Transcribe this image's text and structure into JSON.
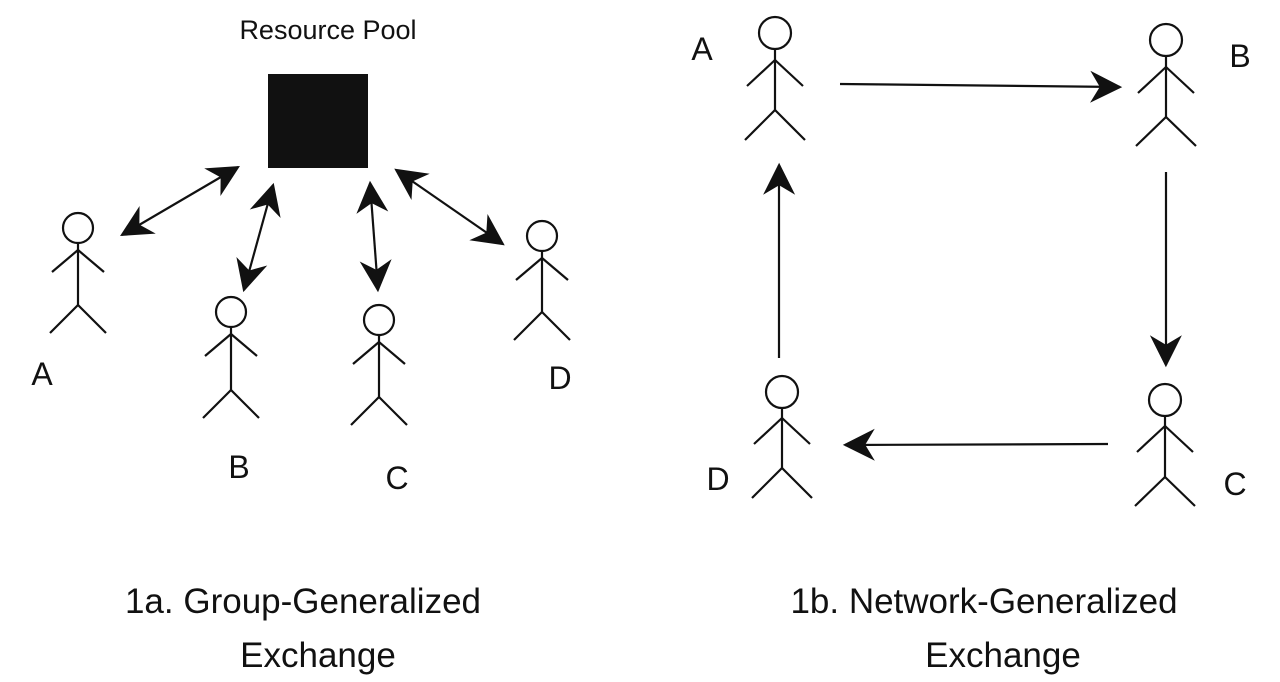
{
  "panel_a": {
    "pool_label": "Resource Pool",
    "people": [
      "A",
      "B",
      "C",
      "D"
    ],
    "caption_line1": "1a.  Group-Generalized",
    "caption_line2": "Exchange"
  },
  "panel_b": {
    "people": [
      "A",
      "B",
      "C",
      "D"
    ],
    "caption_line1": "1b.  Network-Generalized",
    "caption_line2": "Exchange"
  },
  "colors": {
    "ink": "#111111",
    "background": "#ffffff"
  }
}
